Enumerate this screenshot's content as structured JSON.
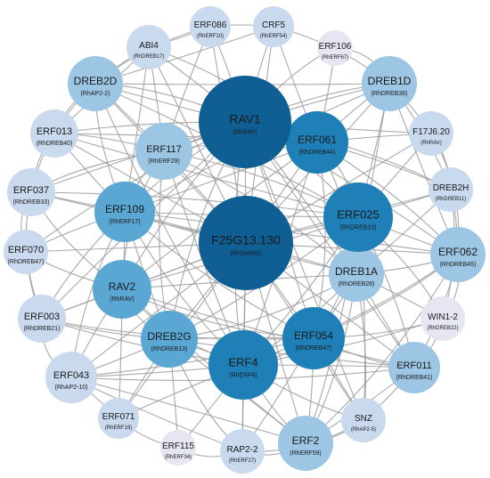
{
  "colors": {
    "edge": "#9a9a9a",
    "degree_scale": [
      "#e6e6f2",
      "#c9d9ee",
      "#9cc6e4",
      "#5aa7d3",
      "#1f7fb7",
      "#0f5f94"
    ]
  },
  "nodes": [
    {
      "id": "F25G13.130",
      "name": "F25G13.130",
      "alias": "(RhSoloist)",
      "level": 5
    },
    {
      "id": "RAV1",
      "name": "RAV1",
      "alias": "(RhRAV)",
      "level": 5
    },
    {
      "id": "ERF025",
      "name": "ERF025",
      "alias": "(RhDREB10)",
      "level": 4
    },
    {
      "id": "ERF4",
      "name": "ERF4",
      "alias": "(RhERF6)",
      "level": 4
    },
    {
      "id": "ERF061",
      "name": "ERF061",
      "alias": "(RhDREB44)",
      "level": 4
    },
    {
      "id": "ERF054",
      "name": "ERF054",
      "alias": "(RhDREB47)",
      "level": 4
    },
    {
      "id": "ERF109",
      "name": "ERF109",
      "alias": "(RhERF17)",
      "level": 3
    },
    {
      "id": "RAV2",
      "name": "RAV2",
      "alias": "(RhRAV)",
      "level": 3
    },
    {
      "id": "DREB2G",
      "name": "DREB2G",
      "alias": "(RhDREB13)",
      "level": 3
    },
    {
      "id": "ERF117",
      "name": "ERF117",
      "alias": "(RhERF29)",
      "level": 2
    },
    {
      "id": "DREB1A",
      "name": "DREB1A",
      "alias": "(RhDREB28)",
      "level": 2
    },
    {
      "id": "ERF2",
      "name": "ERF2",
      "alias": "(RhERF59)",
      "level": 2
    },
    {
      "id": "ERF062",
      "name": "ERF062",
      "alias": "(RhDREB45)",
      "level": 2
    },
    {
      "id": "DREB1D",
      "name": "DREB1D",
      "alias": "(RhDREB38)",
      "level": 2
    },
    {
      "id": "DREB2D",
      "name": "DREB2D",
      "alias": "(RhAP2-2)",
      "level": 2
    },
    {
      "id": "ERF011",
      "name": "ERF011",
      "alias": "(RhDREB41)",
      "level": 2
    },
    {
      "id": "ERF043",
      "name": "ERF043",
      "alias": "(RhAP2-10)",
      "level": 1
    },
    {
      "id": "ERF037",
      "name": "ERF037",
      "alias": "(RhDREB33)",
      "level": 1
    },
    {
      "id": "ERF013",
      "name": "ERF013",
      "alias": "(RhDREB40)",
      "level": 1
    },
    {
      "id": "ERF003",
      "name": "ERF003",
      "alias": "(RhDREB21)",
      "level": 1
    },
    {
      "id": "ERF070",
      "name": "ERF070",
      "alias": "(RhDREB47)",
      "level": 1
    },
    {
      "id": "DREB2H",
      "name": "DREB2H",
      "alias": "(RhDREB11)",
      "level": 1
    },
    {
      "id": "F17J6.20",
      "name": "F17J6.20",
      "alias": "(RhRAV)",
      "level": 1
    },
    {
      "id": "SNZ",
      "name": "SNZ",
      "alias": "(RhAP2-5)",
      "level": 1
    },
    {
      "id": "RAP2-2",
      "name": "RAP2-2",
      "alias": "(RhERF27)",
      "level": 1
    },
    {
      "id": "ABI4",
      "name": "ABI4",
      "alias": "(RhDREB17)",
      "level": 1
    },
    {
      "id": "CRF5",
      "name": "CRF5",
      "alias": "(RhERF54)",
      "level": 1
    },
    {
      "id": "ERF086",
      "name": "ERF086",
      "alias": "(RhERF10)",
      "level": 1
    },
    {
      "id": "ERF071",
      "name": "ERF071",
      "alias": "(RhERF19)",
      "level": 1
    },
    {
      "id": "WIN1-2",
      "name": "WIN1-2",
      "alias": "(RhDREB22)",
      "level": 0
    },
    {
      "id": "ERF106",
      "name": "ERF106",
      "alias": "(RhERF67)",
      "level": 0
    },
    {
      "id": "ERF115",
      "name": "ERF115",
      "alias": "(RhERF34)",
      "level": 0
    }
  ]
}
